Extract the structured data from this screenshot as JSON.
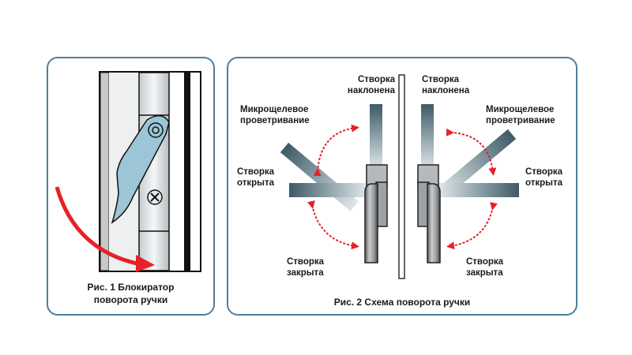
{
  "figure1": {
    "caption_line1": "Рис. 1 Блокиратор",
    "caption_line2": "поворота ручки"
  },
  "figure2": {
    "caption": "Рис. 2 Схема поворота ручки",
    "left": {
      "tilted_l1": "Створка",
      "tilted_l2": "наклонена",
      "micro_l1": "Микрощелевое",
      "micro_l2": "проветривание",
      "open_l1": "Створка",
      "open_l2": "открыта",
      "closed_l1": "Створка",
      "closed_l2": "закрыта"
    },
    "right": {
      "tilted_l1": "Створка",
      "tilted_l2": "наклонена",
      "micro_l1": "Микрощелевое",
      "micro_l2": "проветривание",
      "open_l1": "Створка",
      "open_l2": "открыта",
      "closed_l1": "Створка",
      "closed_l2": "закрыта"
    }
  },
  "colors": {
    "panel_border": "#4f7e9c",
    "arrow_red": "#e8202a",
    "blocker_blue": "#9cc5d5",
    "handle_gray": "#8a8d90"
  }
}
